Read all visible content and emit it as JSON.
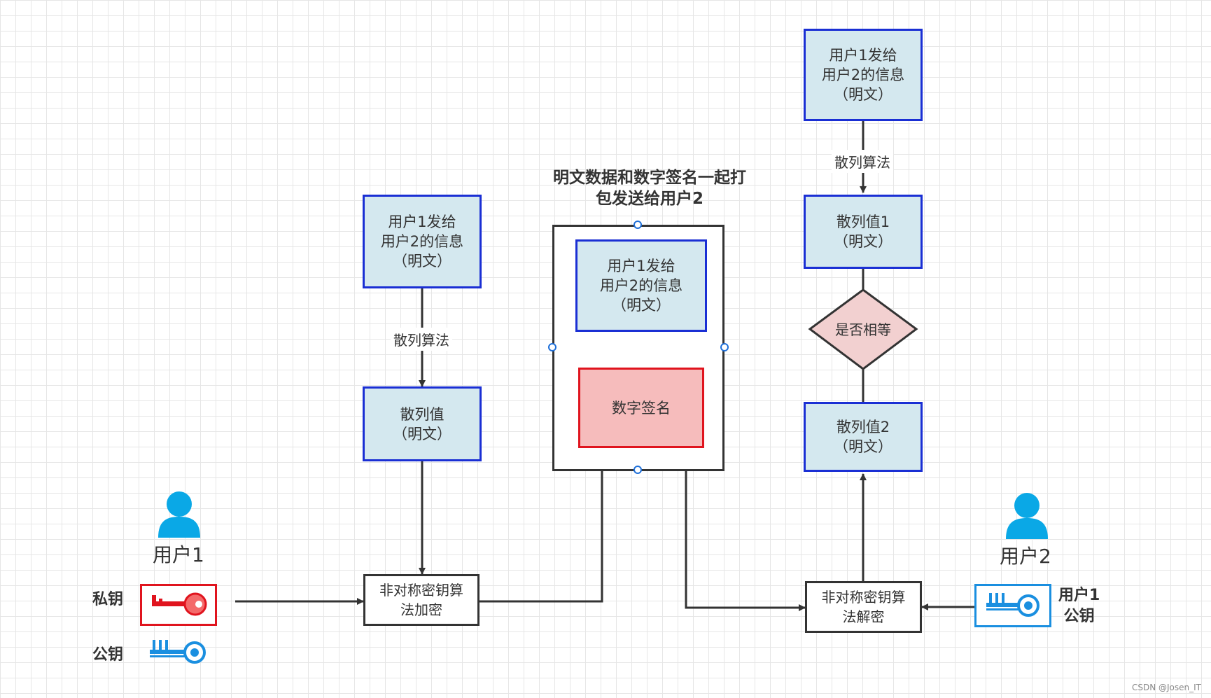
{
  "diagram": {
    "left_flow": {
      "message": [
        "用户1发给",
        "用户2的信息",
        "（明文）"
      ],
      "hash_edge_label": "散列算法",
      "hash_value": [
        "散列值",
        "（明文）"
      ],
      "encrypt": [
        "非对称密钥算",
        "法加密"
      ]
    },
    "package": {
      "title": [
        "明文数据和数字签名一起打",
        "包发送给用户2"
      ],
      "message": [
        "用户1发给",
        "用户2的信息",
        "（明文）"
      ],
      "signature": "数字签名"
    },
    "right_flow": {
      "message": [
        "用户1发给",
        "用户2的信息",
        "（明文）"
      ],
      "hash_edge_label": "散列算法",
      "hash_value_1": [
        "散列值1",
        "（明文）"
      ],
      "compare": "是否相等",
      "hash_value_2": [
        "散列值2",
        "（明文）"
      ],
      "decrypt": [
        "非对称密钥算",
        "法解密"
      ]
    },
    "user1": {
      "name": "用户1",
      "private_key_label": "私钥",
      "public_key_label": "公钥"
    },
    "user2": {
      "name": "用户2",
      "key_label": [
        "用户1",
        "公钥"
      ]
    },
    "colors": {
      "blue_box_fill": "#d4e8ef",
      "blue_box_border": "#1a2fd4",
      "signature_fill": "#f6bcbc",
      "signature_border": "#e0141e",
      "diamond_fill": "#f2d0d0",
      "user_icon": "#0aa8e6",
      "private_key": "#e0141e",
      "public_key": "#1a8fe0"
    },
    "watermark": "CSDN @Josen_IT"
  }
}
